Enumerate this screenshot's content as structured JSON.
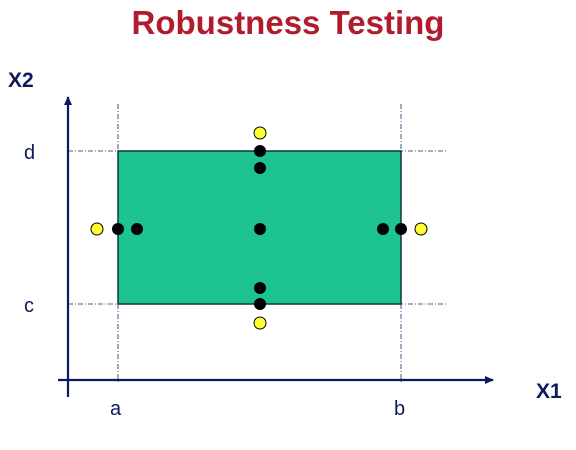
{
  "title": "Robustness Testing",
  "axes": {
    "x_name": "X1",
    "y_name": "X2"
  },
  "labels": {
    "a": "a",
    "b": "b",
    "c": "c",
    "d": "d"
  },
  "colors": {
    "title": "#b01c2e",
    "region_fill": "#1dc491",
    "axis": "#0d1a5e",
    "nominal_point": "#000000",
    "robust_point": "#ffff33"
  },
  "test_points": {
    "nominal": [
      {
        "x1": "a",
        "x2": "mid"
      },
      {
        "x1": "a+",
        "x2": "mid"
      },
      {
        "x1": "nom",
        "x2": "mid"
      },
      {
        "x1": "b-",
        "x2": "mid"
      },
      {
        "x1": "b",
        "x2": "mid"
      },
      {
        "x1": "nom",
        "x2": "d"
      },
      {
        "x1": "nom",
        "x2": "d-"
      },
      {
        "x1": "nom",
        "x2": "c+"
      },
      {
        "x1": "nom",
        "x2": "c"
      }
    ],
    "robust": [
      {
        "x1": "a-",
        "x2": "mid"
      },
      {
        "x1": "b+",
        "x2": "mid"
      },
      {
        "x1": "nom",
        "x2": "d+"
      },
      {
        "x1": "nom",
        "x2": "c-"
      }
    ]
  }
}
